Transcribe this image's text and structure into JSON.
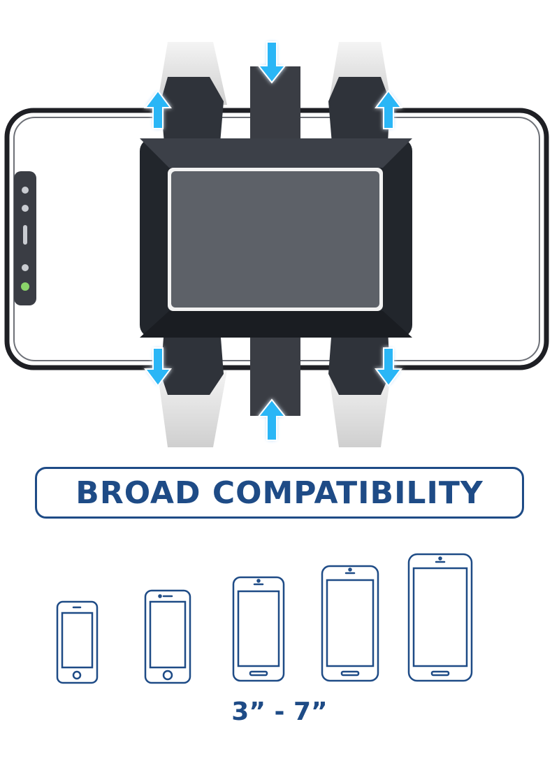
{
  "badge": {
    "label": "BROAD COMPATIBILITY"
  },
  "size_range": "3” - 7”",
  "colors": {
    "brand_blue": "#1e4b86",
    "arrow_cyan": "#29b6f6",
    "holder_dark": "#2b2f36"
  },
  "icons": [
    "expand-arrow-icon",
    "smartphone-icon"
  ],
  "phone_sizes_count": 5
}
